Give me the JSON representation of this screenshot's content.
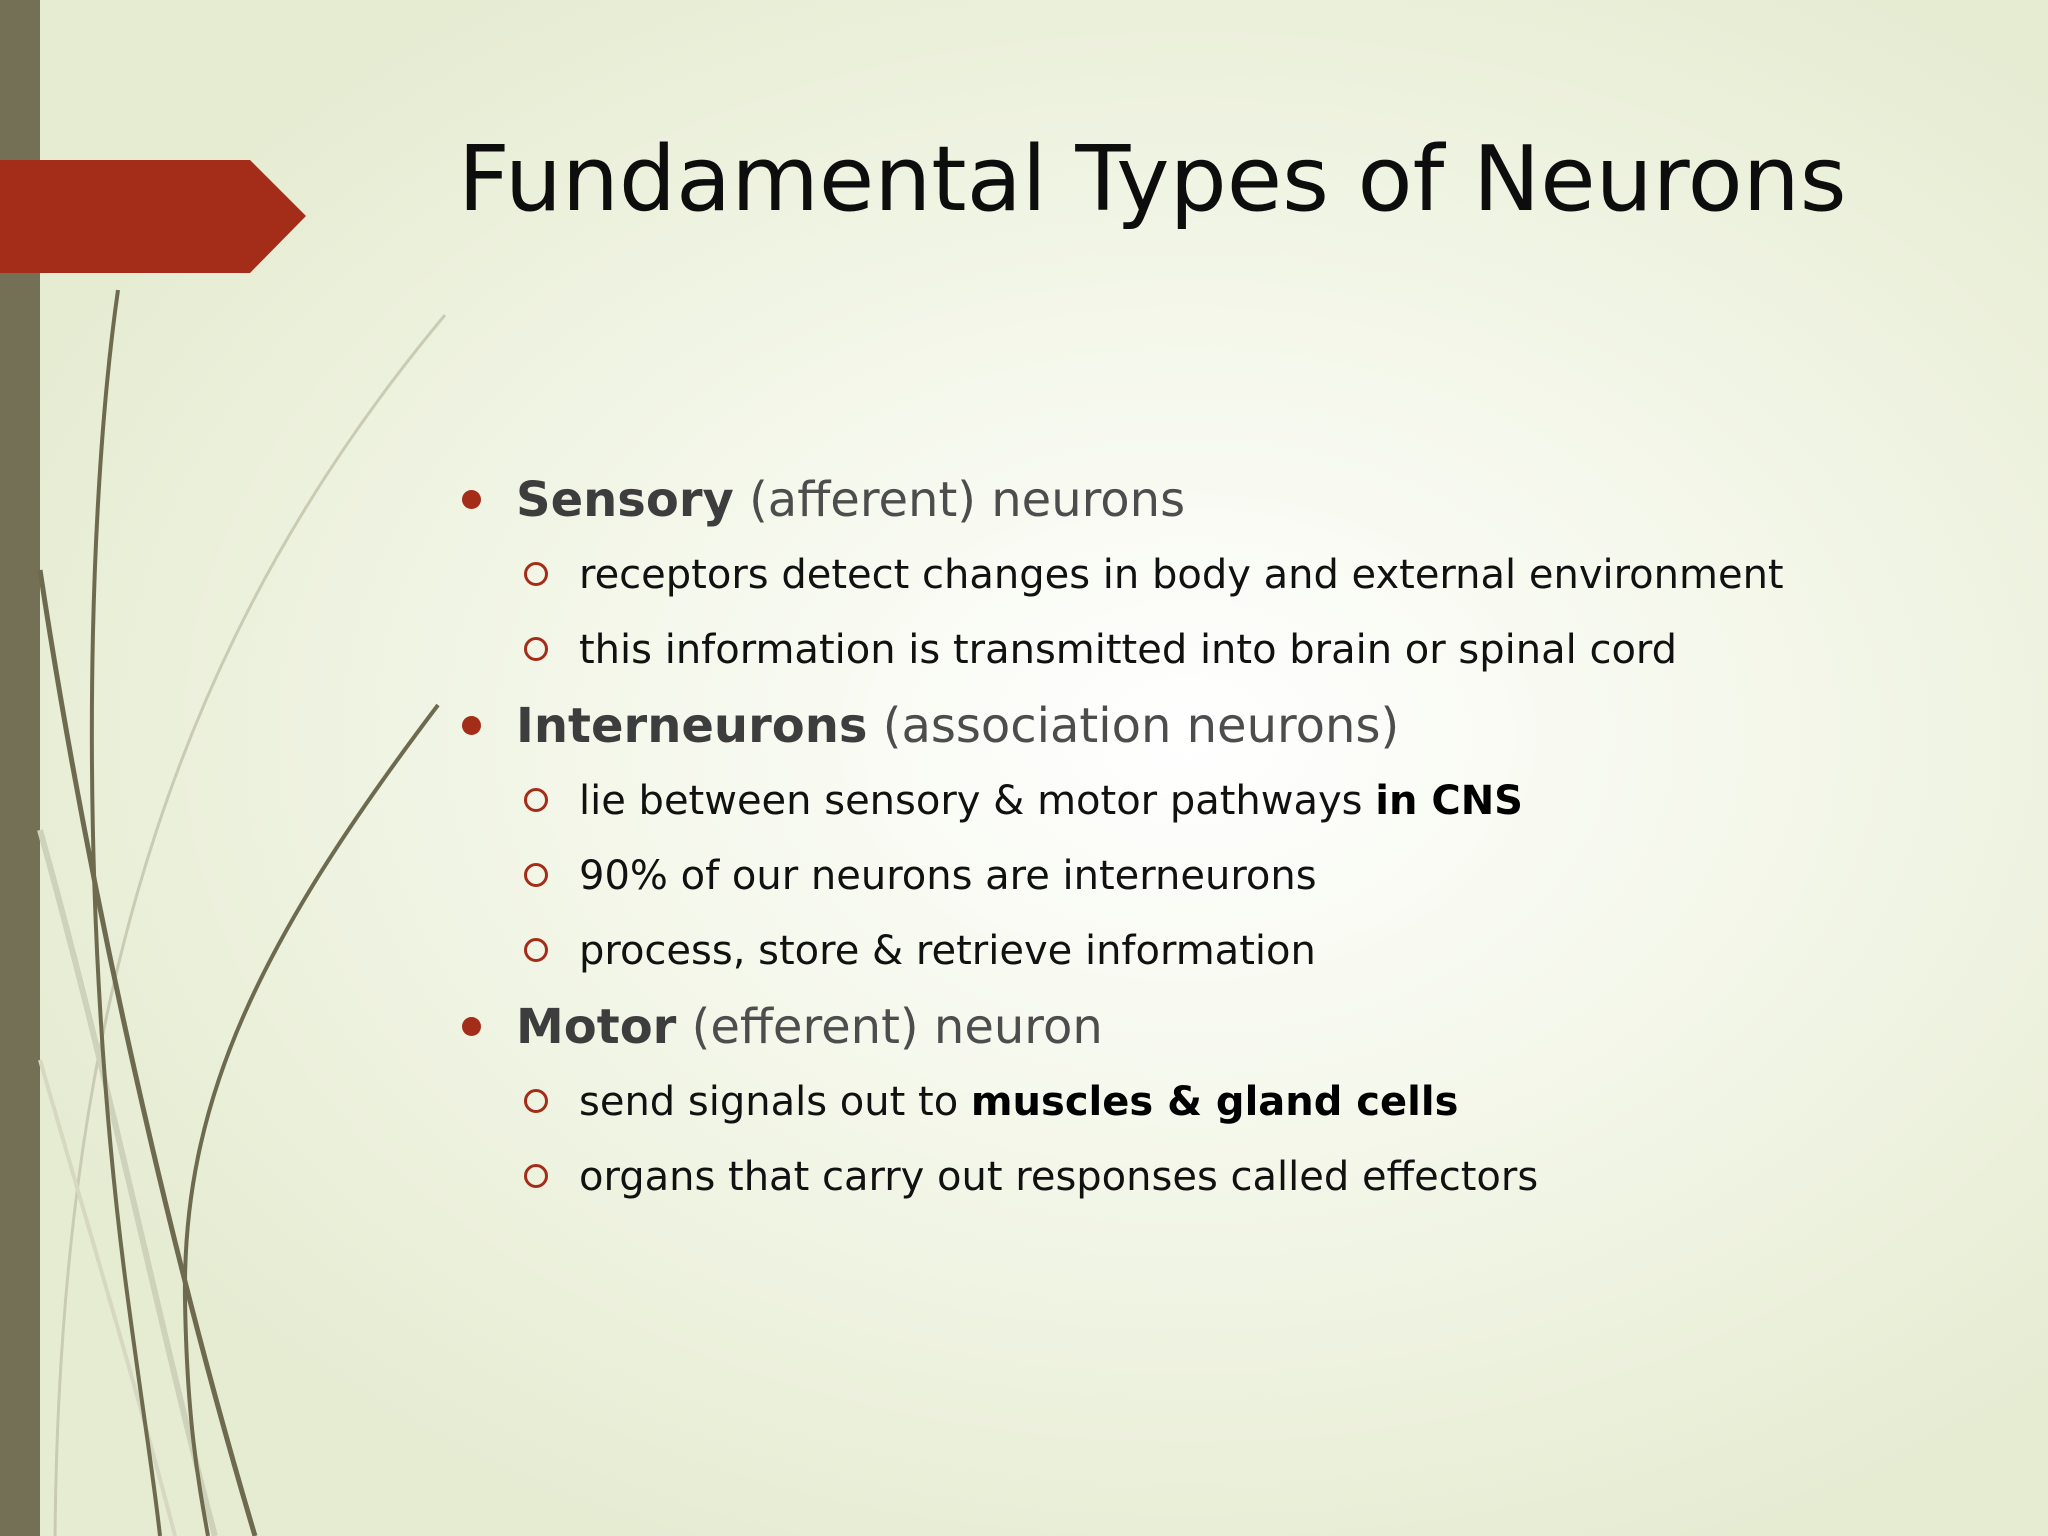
{
  "slide": {
    "title": "Fundamental Types of Neurons",
    "colors": {
      "accent": "#a42d19",
      "side_bar": "#747056",
      "curve_dark": "#6e6a4f",
      "curve_light": "#c9ccb2"
    },
    "decorations": [
      "left-sidebar",
      "red-tab",
      "curved-lines"
    ],
    "bullets": [
      {
        "strong": "Sensory",
        "rest": " (afferent) neurons",
        "subs": [
          {
            "text": "receptors detect changes in body and external environment",
            "strong": ""
          },
          {
            "text": "this information is transmitted into brain or spinal cord",
            "strong": ""
          }
        ]
      },
      {
        "strong": "Interneurons",
        "rest": " (association neurons)",
        "subs": [
          {
            "text": "lie between sensory & motor pathways ",
            "strong": "in CNS"
          },
          {
            "text": "90% of our neurons are interneurons",
            "strong": ""
          },
          {
            "text": "process, store & retrieve information",
            "strong": ""
          }
        ]
      },
      {
        "strong": "Motor",
        "rest": " (efferent) neuron",
        "subs": [
          {
            "text": "send signals out to ",
            "strong": "muscles & gland cells"
          },
          {
            "text": "organs that carry out responses called effectors",
            "strong": ""
          }
        ]
      }
    ]
  }
}
